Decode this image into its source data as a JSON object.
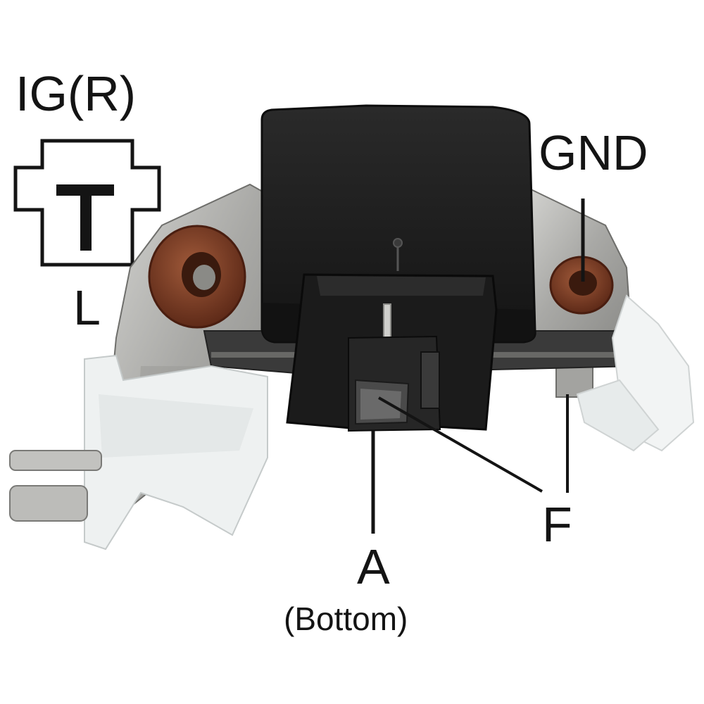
{
  "labels": {
    "ig_r": "IG(R)",
    "l": "L",
    "gnd": "GND",
    "a": "A",
    "a_note": "(Bottom)",
    "f": "F"
  },
  "colors": {
    "housing": "#1e1e1e",
    "metal": "#b9b9b6",
    "grommet": "#7a3a22",
    "plastic": "#eef1f1",
    "ink": "#141414"
  }
}
